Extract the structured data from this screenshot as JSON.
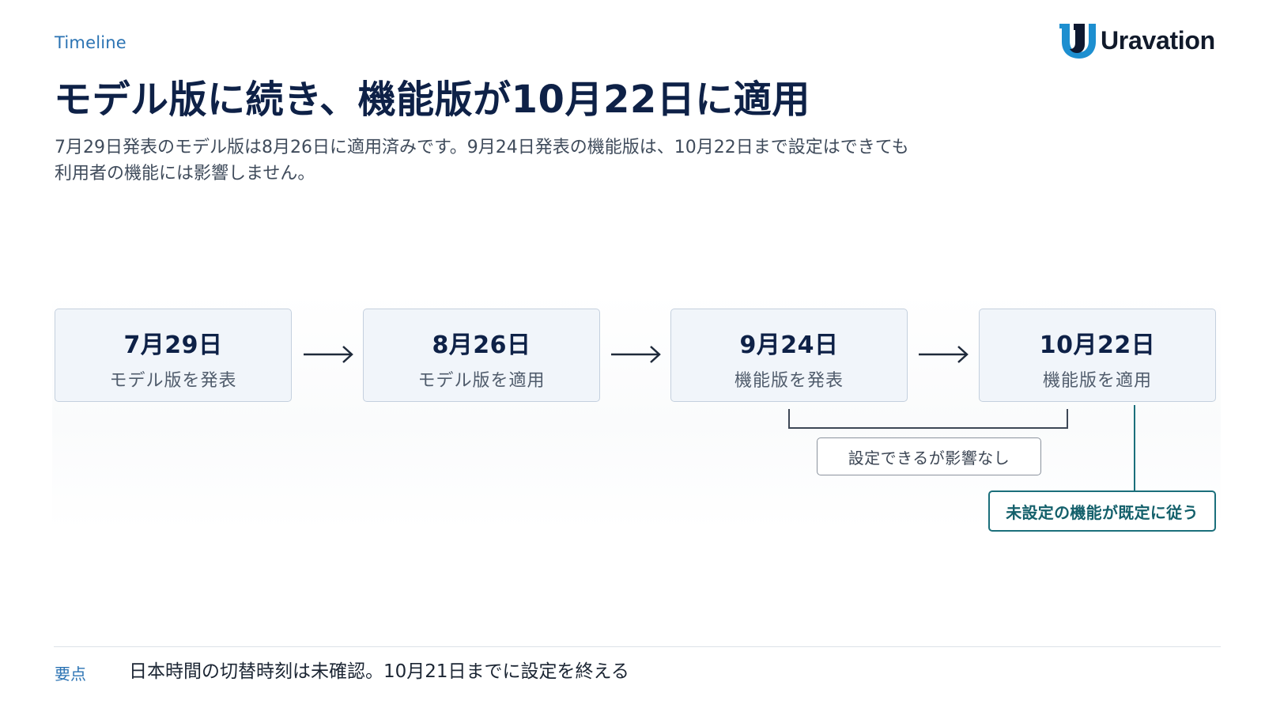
{
  "header": {
    "eyebrow": "Timeline",
    "logo_text": "Uravation",
    "title": "モデル版に続き、機能版が10月22日に適用",
    "lead_line1": "7月29日発表のモデル版は8月26日に適用済みです。9月24日発表の機能版は、10月22日まで設定はできても",
    "lead_line2": "利用者の機能には影響しません。"
  },
  "timeline": {
    "steps": [
      {
        "date": "7月29日",
        "label": "モデル版を発表"
      },
      {
        "date": "8月26日",
        "label": "モデル版を適用"
      },
      {
        "date": "9月24日",
        "label": "機能版を発表"
      },
      {
        "date": "10月22日",
        "label": "機能版を適用"
      }
    ],
    "bracket_note": "設定できるが影響なし",
    "default_note": "未設定の機能が既定に従う"
  },
  "footer": {
    "label": "要点",
    "text": "日本時間の切替時刻は未確認。10月21日までに設定を終える"
  },
  "colors": {
    "title": "#0e2147",
    "accent_blue": "#2b73b3",
    "teal": "#1b6f7b",
    "step_fill": "#f1f5fa",
    "step_border": "#c4d0de"
  }
}
